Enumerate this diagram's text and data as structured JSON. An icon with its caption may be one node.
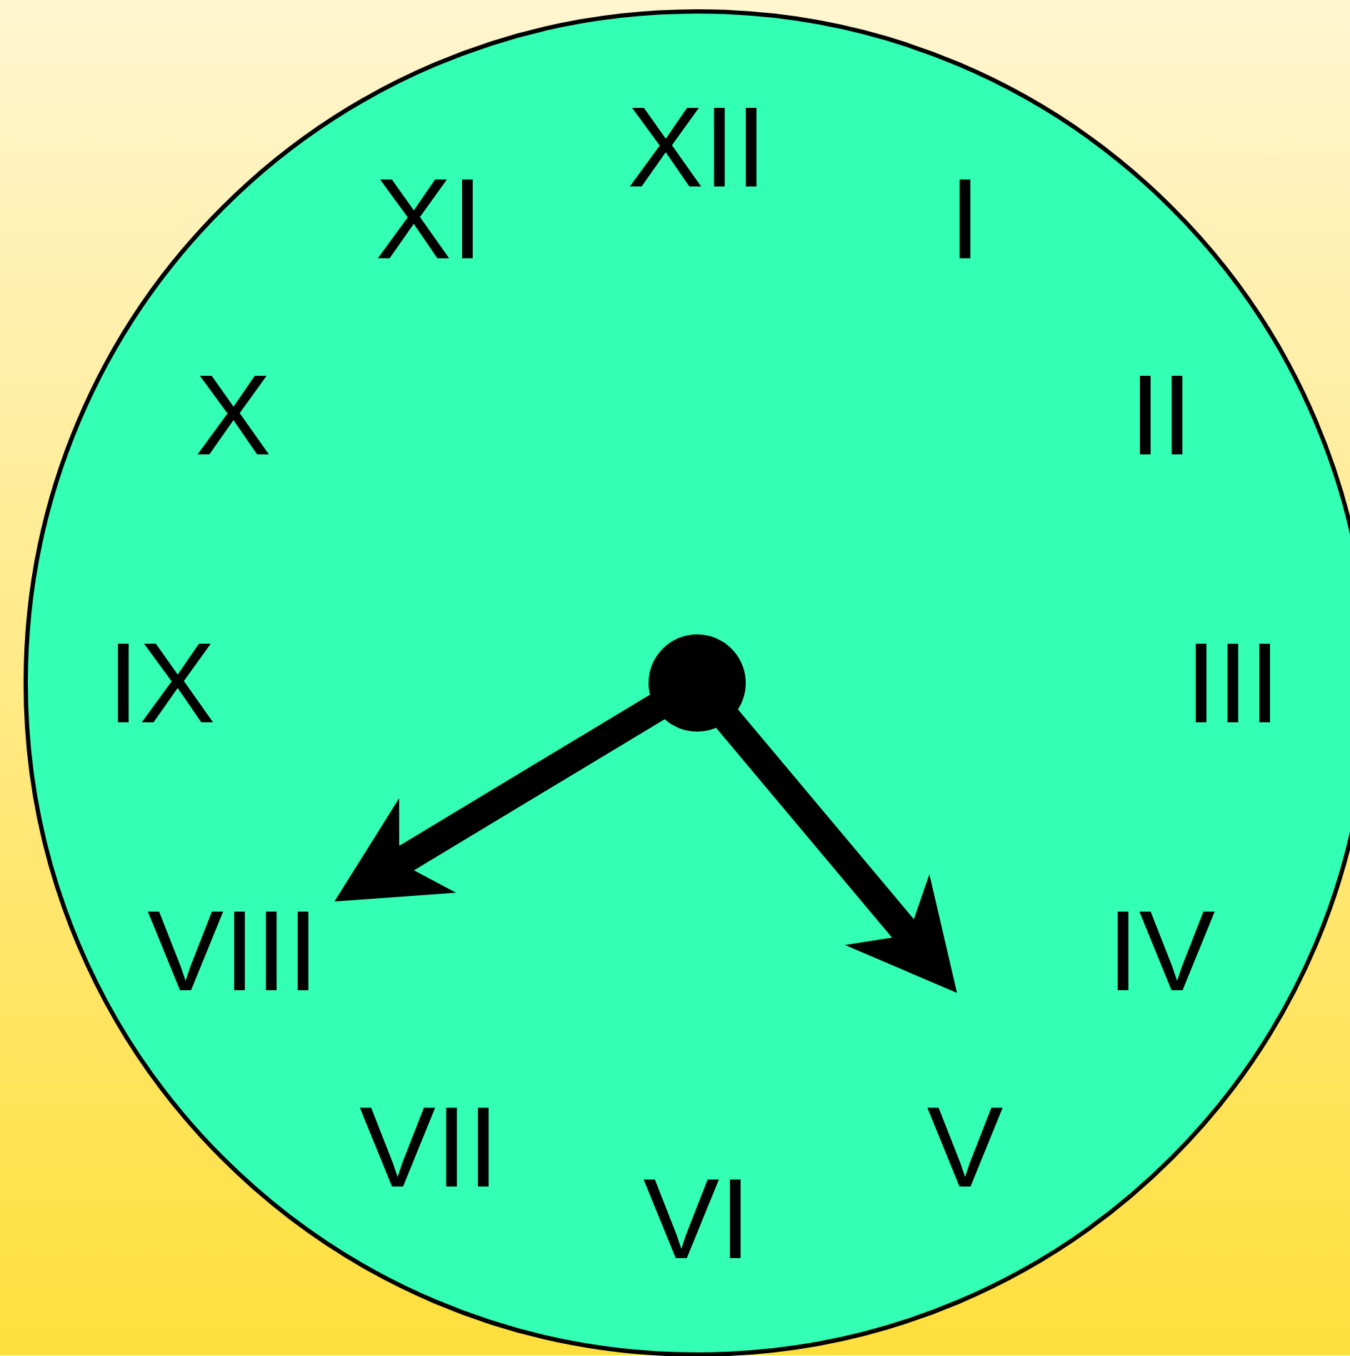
{
  "diagram": {
    "labels": [
      "XII",
      "I",
      "II",
      "III",
      "IV",
      "V",
      "VI",
      "VII",
      "VIII",
      "IX",
      "X",
      "XI"
    ]
  }
}
